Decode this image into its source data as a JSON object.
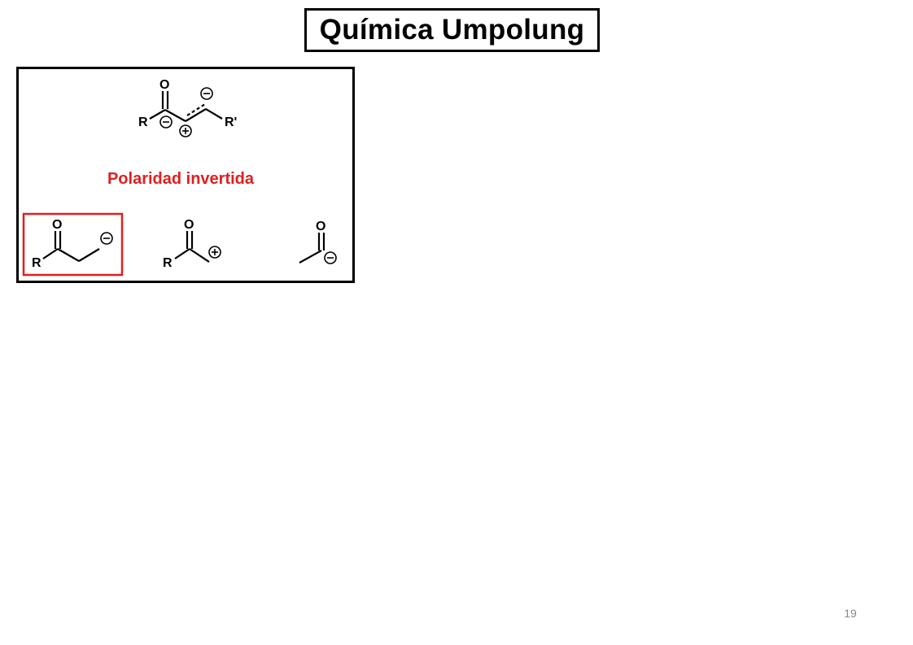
{
  "slide": {
    "title": "Química Umpolung",
    "page_number": "19"
  },
  "diagram": {
    "caption": "Polaridad invertida",
    "atom_oxygen": "O",
    "atom_r": "R",
    "atom_r_prime": "R'",
    "colors": {
      "ink": "#000000",
      "highlight": "#e01f1f",
      "page_number": "#888888"
    },
    "icons": [
      "minus-charge-icon",
      "plus-charge-icon"
    ]
  }
}
